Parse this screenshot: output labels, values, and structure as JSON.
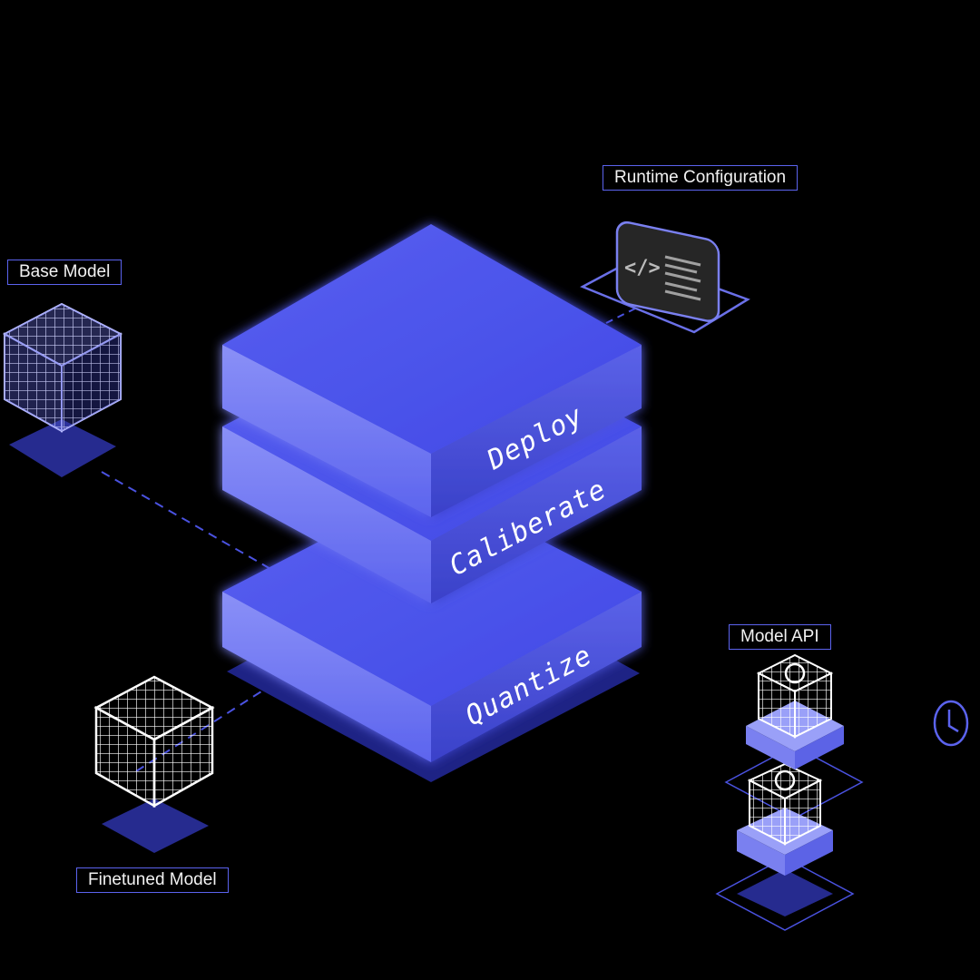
{
  "labels": {
    "runtime": "Runtime Configuration",
    "base_model": "Base Model",
    "model_api": "Model API",
    "finetuned": "Finetuned Model"
  },
  "layers": {
    "deploy": "Deploy",
    "calibrate": "Caliberate",
    "quantize": "Quantize"
  },
  "icons": {
    "base_model": "wireframe-cube-icon",
    "finetuned_model": "wireframe-cube-icon",
    "runtime": "code-card-icon",
    "model_api": "gear-cube-icon",
    "clock": "clock-icon"
  },
  "colors": {
    "background": "#000000",
    "accent": "#5b63ee",
    "slab_top": "#4c55ea",
    "slab_side": "#6b73f4",
    "pad": "#262b8f"
  }
}
